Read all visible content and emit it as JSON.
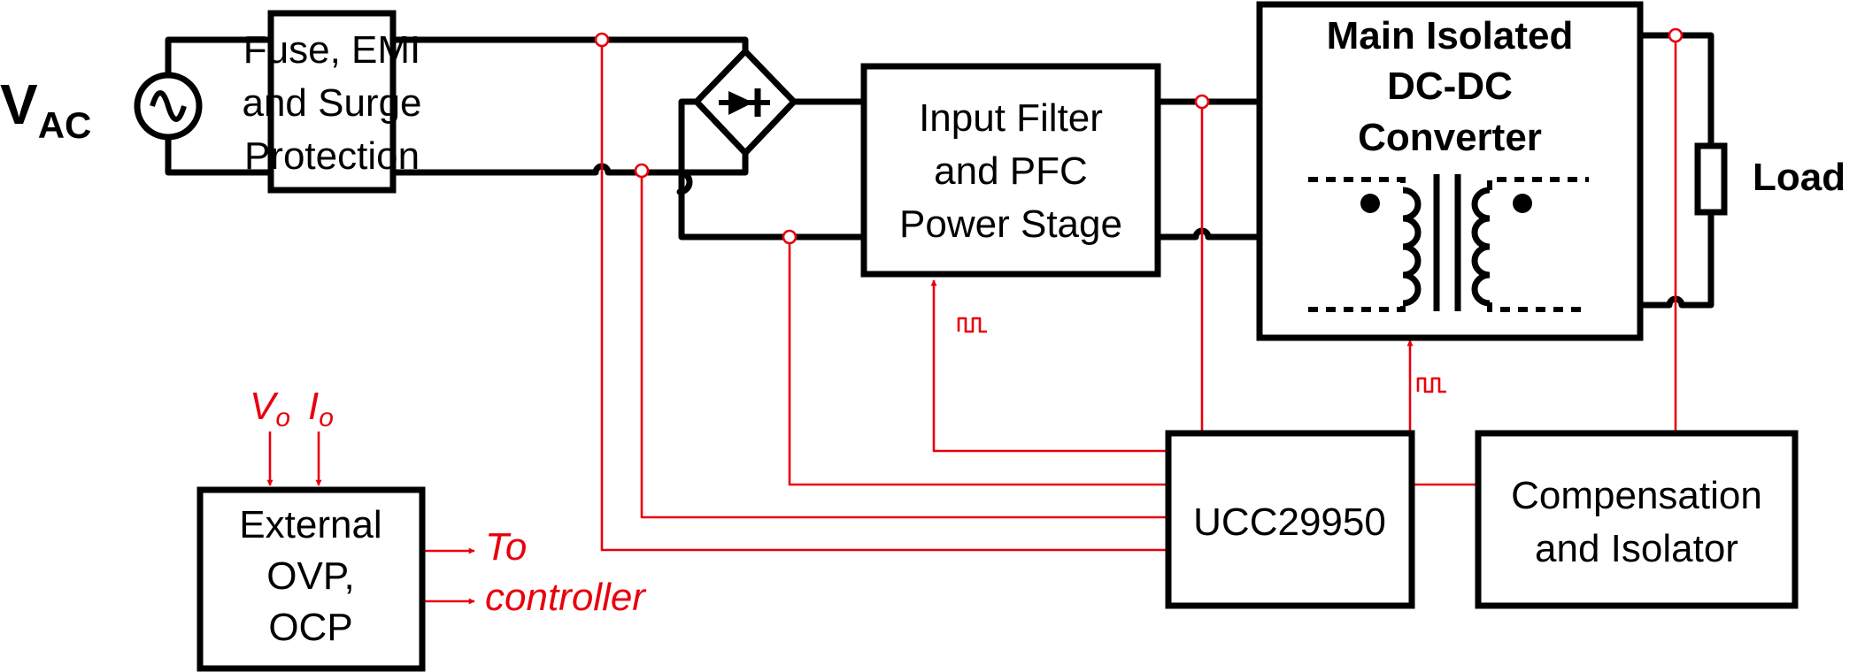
{
  "source": {
    "label": "V",
    "subscript": "AC"
  },
  "blocks": {
    "fuse_emi": [
      "Fuse, EMI",
      "and Surge",
      "Protection"
    ],
    "pfc": [
      "Input Filter",
      "and PFC",
      "Power Stage"
    ],
    "dcdc": [
      "Main Isolated",
      "DC-DC",
      "Converter"
    ],
    "load": "Load",
    "controller": "UCC29950",
    "compensation": [
      "Compensation",
      "and Isolator"
    ],
    "protection": [
      "External",
      "OVP,",
      "OCP"
    ]
  },
  "signals": {
    "vo": {
      "label": "V",
      "subscript": "o"
    },
    "io": {
      "label": "I",
      "subscript": "o"
    },
    "to_controller": [
      "To",
      "controller"
    ]
  },
  "colors": {
    "wire": "#000000",
    "signal": "#e8000d"
  }
}
